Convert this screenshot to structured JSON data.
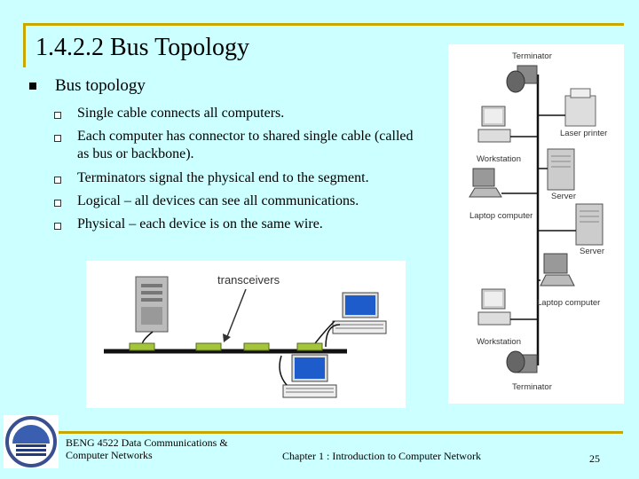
{
  "title": "1.4.2.2 Bus Topology",
  "bullet": "Bus topology",
  "subbullets": [
    "Single cable connects all computers.",
    "Each computer has connector to shared single cable (called as bus or backbone).",
    "Terminators signal the physical end to the segment.",
    "Logical – all devices can see all communications.",
    "Physical – each device is on the same wire."
  ],
  "diagram_left": {
    "label": "transceivers"
  },
  "diagram_right": {
    "labels": {
      "terminator_top": "Terminator",
      "laser_printer": "Laser printer",
      "workstation_1": "Workstation",
      "server_1": "Server",
      "laptop_1": "Laptop computer",
      "server_2": "Server",
      "laptop_2": "Laptop computer",
      "workstation_2": "Workstation",
      "terminator_bottom": "Terminator"
    }
  },
  "footer": {
    "course": "BENG 4522 Data Communications & Computer Networks",
    "chapter": "Chapter 1 : Introduction to Computer Network",
    "page": "25"
  },
  "colors": {
    "background": "#ccffff",
    "frame": "#c8a800"
  }
}
